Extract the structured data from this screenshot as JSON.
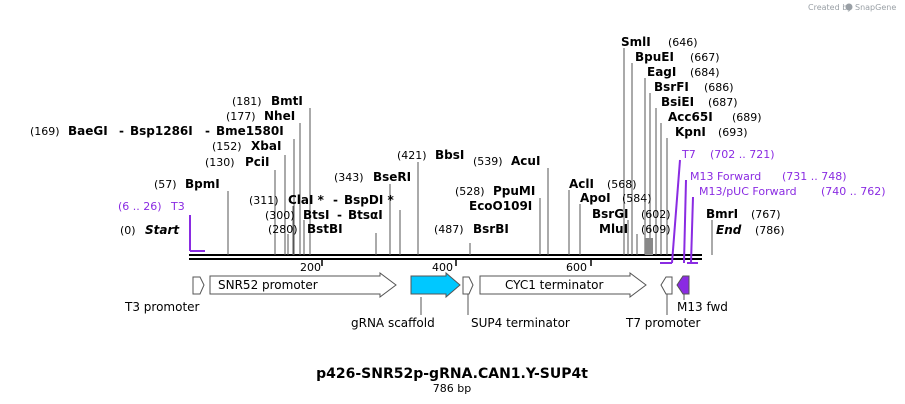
{
  "credit": "Created by",
  "brand": "SnapGene",
  "title": "p426-SNR52p-gRNA.CAN1.Y-SUP4t",
  "subtitle": "786 bp",
  "ticks": [
    "200",
    "400",
    "600"
  ],
  "start": {
    "pos": "(0)",
    "label": "Start"
  },
  "end": {
    "pos": "(786)",
    "label": "End"
  },
  "enzymes": {
    "smli": {
      "name": "SmlI",
      "pos": "(646)"
    },
    "bpuei": {
      "name": "BpuEI",
      "pos": "(667)"
    },
    "eagi": {
      "name": "EagI",
      "pos": "(684)"
    },
    "bsrfi": {
      "name": "BsrFI",
      "pos": "(686)"
    },
    "bsiei": {
      "name": "BsiEI",
      "pos": "(687)"
    },
    "acc65i": {
      "name": "Acc65I",
      "pos": "(689)"
    },
    "kpni": {
      "name": "KpnI",
      "pos": "(693)"
    },
    "bmti": {
      "name": "BmtI",
      "pos": "(181)"
    },
    "nhei": {
      "name": "NheI",
      "pos": "(177)"
    },
    "baegi": {
      "name": "BaeGI",
      "pos": "(169)"
    },
    "bsp1286i": {
      "name": "Bsp1286I"
    },
    "bme1580i": {
      "name": "Bme1580I"
    },
    "xbai": {
      "name": "XbaI",
      "pos": "(152)"
    },
    "pcii": {
      "name": "PciI",
      "pos": "(130)"
    },
    "bpmi": {
      "name": "BpmI",
      "pos": "(57)"
    },
    "clai": {
      "name": "ClaI *",
      "pos": "(311)"
    },
    "bspdi": {
      "name": "BspDI *"
    },
    "btsi": {
      "name": "BtsI",
      "pos": "(300)"
    },
    "btsai": {
      "name": "BtsαI"
    },
    "bstbi": {
      "name": "BstBI",
      "pos": "(280)"
    },
    "bseri": {
      "name": "BseRI",
      "pos": "(343)"
    },
    "bbsi": {
      "name": "BbsI",
      "pos": "(421)"
    },
    "acui": {
      "name": "AcuI",
      "pos": "(539)"
    },
    "ppumi": {
      "name": "PpuMI",
      "pos": "(528)"
    },
    "eco0109i": {
      "name": "EcoO109I"
    },
    "bsrbi": {
      "name": "BsrBI",
      "pos": "(487)"
    },
    "acli": {
      "name": "AclI",
      "pos": "(568)"
    },
    "apoi": {
      "name": "ApoI",
      "pos": "(584)"
    },
    "bsrgi": {
      "name": "BsrGI",
      "pos": "(602)"
    },
    "mlui": {
      "name": "MluI",
      "pos": "(609)"
    },
    "bmri": {
      "name": "BmrI",
      "pos": "(767)"
    }
  },
  "primers": {
    "t3": {
      "name": "T3",
      "range": "(6 .. 26)"
    },
    "t7": {
      "name": "T7",
      "range": "(702 .. 721)"
    },
    "m13fwd_long": {
      "name": "M13 Forward",
      "range": "(731 .. 748)"
    },
    "m13puc": {
      "name": "M13/pUC Forward",
      "range": "(740 .. 762)"
    }
  },
  "features": {
    "t3_promoter": "T3 promoter",
    "snr52_promoter": "SNR52 promoter",
    "grna_scaffold": "gRNA scaffold",
    "sup4_terminator": "SUP4 terminator",
    "cyc1_terminator": "CYC1 terminator",
    "t7_promoter": "T7 promoter",
    "m13_fwd": "M13 fwd"
  },
  "colors": {
    "grna_scaffold": "#00c8ff",
    "m13_fwd": "#8a2be2",
    "primer": "#8a2be2",
    "feature_outline": "#555555"
  }
}
